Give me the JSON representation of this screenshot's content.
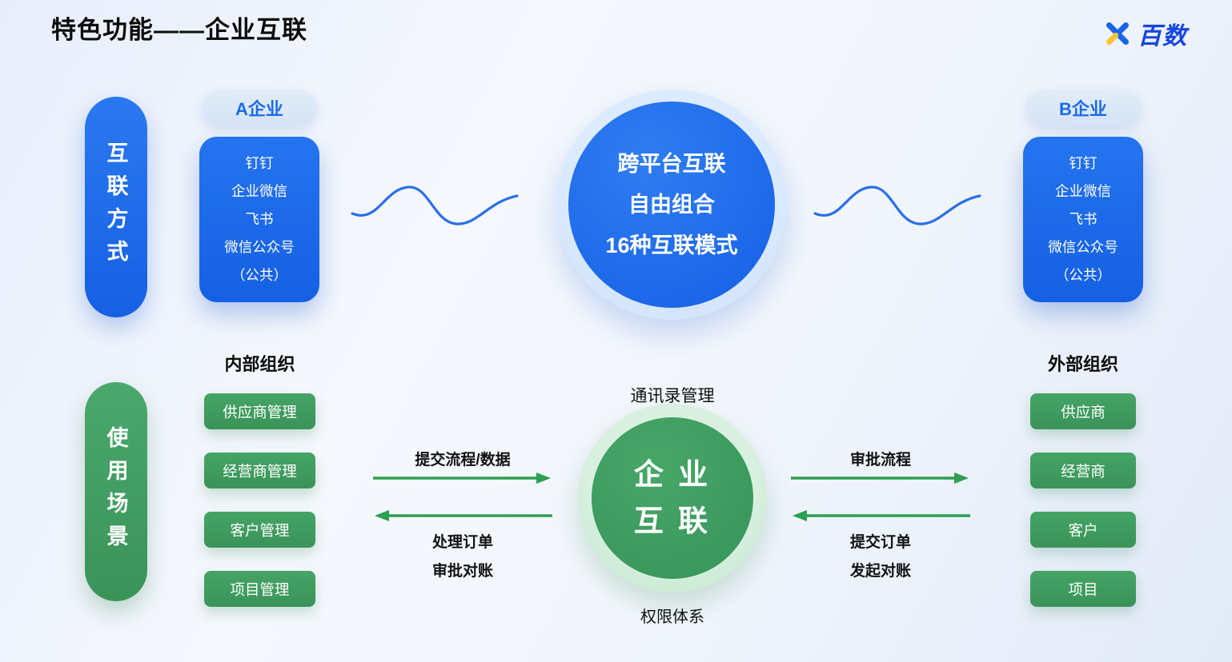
{
  "page": {
    "title": "特色功能——企业互联"
  },
  "logo": {
    "name": "百数"
  },
  "section_labels": {
    "method": "互联方式",
    "scenario": "使用场景"
  },
  "company_a": {
    "badge": "A企业",
    "platforms": [
      "钉钉",
      "企业微信",
      "飞书",
      "微信公众号",
      "（公共）"
    ]
  },
  "company_b": {
    "badge": "B企业",
    "platforms": [
      "钉钉",
      "企业微信",
      "飞书",
      "微信公众号",
      "（公共）"
    ]
  },
  "center_circle": {
    "lines": [
      "跨平台互联",
      "自由组合",
      "16种互联模式"
    ]
  },
  "internal_group": {
    "title": "内部组织",
    "items": [
      "供应商管理",
      "经营商管理",
      "客户管理",
      "项目管理"
    ]
  },
  "external_group": {
    "title": "外部组织",
    "items": [
      "供应商",
      "经营商",
      "客户",
      "项目"
    ]
  },
  "hub": {
    "top_label": "通讯录管理",
    "line1": "企 业",
    "line2": "互 联",
    "bottom_label": "权限体系"
  },
  "flows": {
    "internal_to_hub": "提交流程/数据",
    "hub_to_internal_1": "处理订单",
    "hub_to_internal_2": "审批对账",
    "hub_to_external": "审批流程",
    "external_to_hub_1": "提交订单",
    "external_to_hub_2": "发起对账"
  },
  "colors": {
    "blue": "#1B6BE8",
    "green": "#3A9358",
    "badge_bg": "#D9E6F7",
    "logo_blue": "#1546DF",
    "logo_yellow": "#F6C53A",
    "wave_blue": "#2A6FE8",
    "arrow_green": "#2E9E53"
  }
}
